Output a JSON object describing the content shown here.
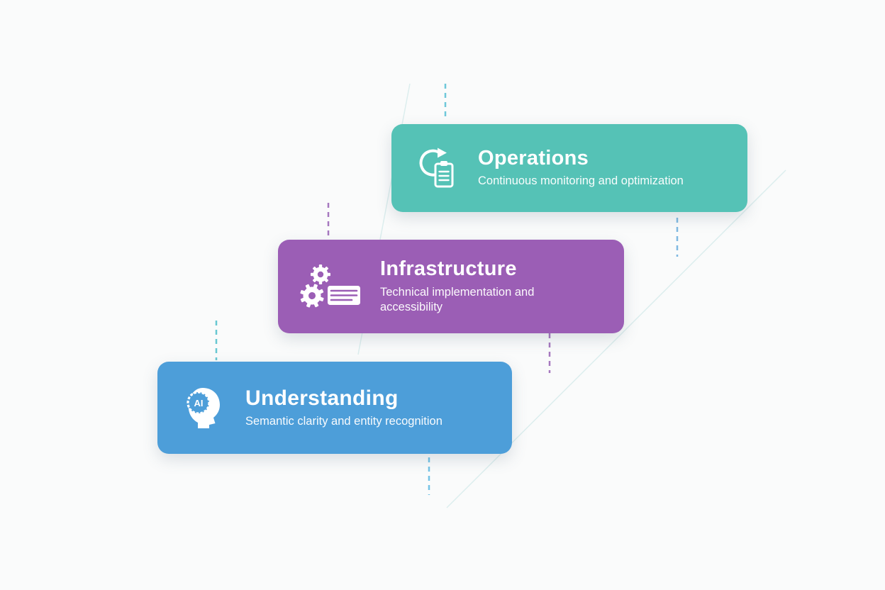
{
  "diagram": {
    "cards": [
      {
        "id": "operations",
        "title": "Operations",
        "subtitle": "Continuous monitoring and optimization",
        "color": "#55c2b6",
        "icon": "cycle-clipboard-icon"
      },
      {
        "id": "infrastructure",
        "title": "Infrastructure",
        "subtitle": "Technical implementation and accessibility",
        "color": "#9b5eb5",
        "icon": "gears-keyboard-icon"
      },
      {
        "id": "understanding",
        "title": "Understanding",
        "subtitle": "Semantic clarity and entity recognition",
        "color": "#4d9ed9",
        "icon": "ai-head-icon"
      }
    ],
    "accent_colors": {
      "teal_dash": "#6ec8da",
      "purple_dash": "#a678bf",
      "blue_dash": "#7fb9e2",
      "faint_diagonal": "#d9eeee"
    }
  }
}
